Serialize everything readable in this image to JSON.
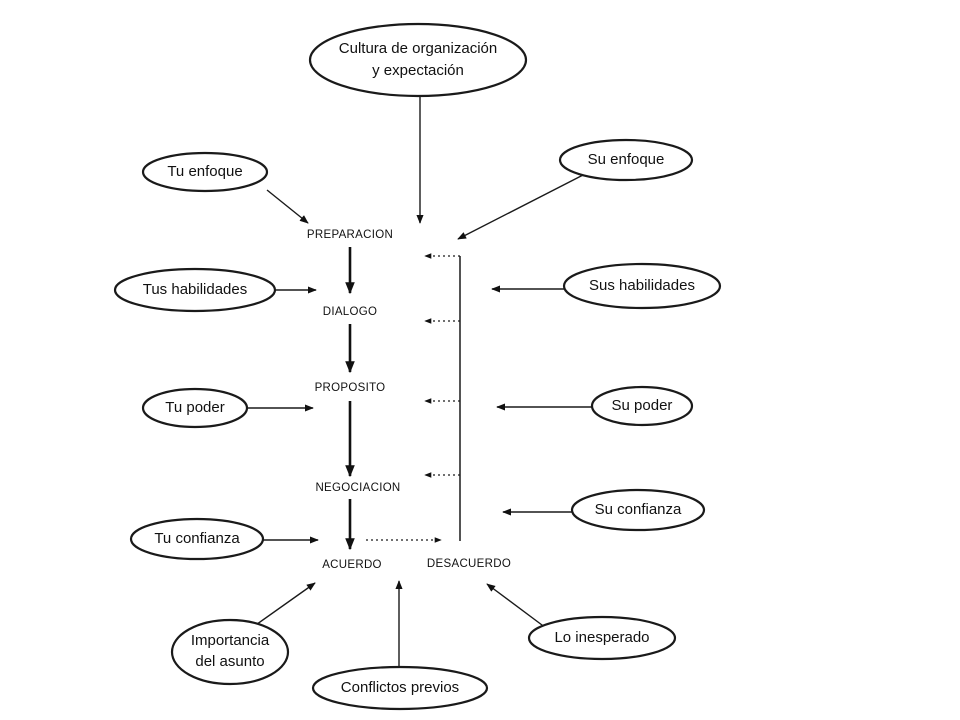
{
  "diagram": {
    "background_text": [
      "",
      "",
      "",
      "",
      "",
      ""
    ],
    "ellipses": {
      "cultura": [
        "Cultura de organización",
        "y expectación"
      ],
      "tu_enfoque": [
        "Tu enfoque"
      ],
      "su_enfoque": [
        "Su enfoque"
      ],
      "tus_habilidades": [
        "Tus habilidades"
      ],
      "sus_habilidades": [
        "Sus habilidades"
      ],
      "tu_poder": [
        "Tu poder"
      ],
      "su_poder": [
        "Su poder"
      ],
      "su_confianza": [
        "Su confianza"
      ],
      "tu_confianza": [
        "Tu confianza"
      ],
      "importancia": [
        "Importancia",
        "del asunto"
      ],
      "conflictos": [
        "Conflictos previos"
      ],
      "inesperado": [
        "Lo inesperado"
      ]
    },
    "stages": {
      "preparacion": "PREPARACION",
      "dialogo": "DIALOGO",
      "proposito": "PROPOSITO",
      "negociacion": "NEGOCIACION",
      "acuerdo": "ACUERDO",
      "desacuerdo": "DESACUERDO"
    }
  }
}
